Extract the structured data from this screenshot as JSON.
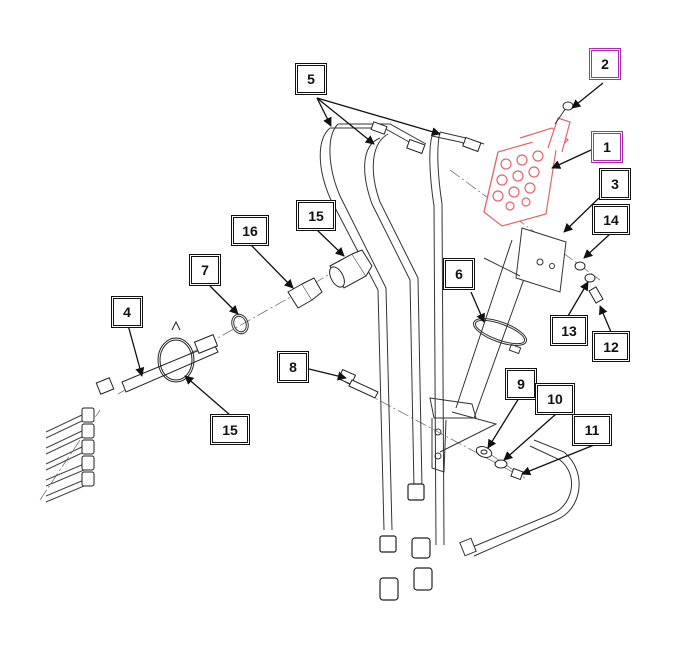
{
  "diagram": {
    "accent_color": "#b02ab0",
    "valve_color": "#e8646a",
    "callouts": [
      {
        "id": "c1",
        "label": "1",
        "highlighted": true
      },
      {
        "id": "c2",
        "label": "2",
        "highlighted": true
      },
      {
        "id": "c3",
        "label": "3",
        "highlighted": false
      },
      {
        "id": "c4",
        "label": "4",
        "highlighted": false
      },
      {
        "id": "c5",
        "label": "5",
        "highlighted": false
      },
      {
        "id": "c6",
        "label": "6",
        "highlighted": false
      },
      {
        "id": "c7",
        "label": "7",
        "highlighted": false
      },
      {
        "id": "c8",
        "label": "8",
        "highlighted": false
      },
      {
        "id": "c9",
        "label": "9",
        "highlighted": false
      },
      {
        "id": "c10",
        "label": "10",
        "highlighted": false
      },
      {
        "id": "c11",
        "label": "11",
        "highlighted": false
      },
      {
        "id": "c12",
        "label": "12",
        "highlighted": false
      },
      {
        "id": "c13",
        "label": "13",
        "highlighted": false
      },
      {
        "id": "c14",
        "label": "14",
        "highlighted": false
      },
      {
        "id": "c15a",
        "label": "15",
        "highlighted": false
      },
      {
        "id": "c15b",
        "label": "15",
        "highlighted": false
      },
      {
        "id": "c16",
        "label": "16",
        "highlighted": false
      }
    ]
  }
}
